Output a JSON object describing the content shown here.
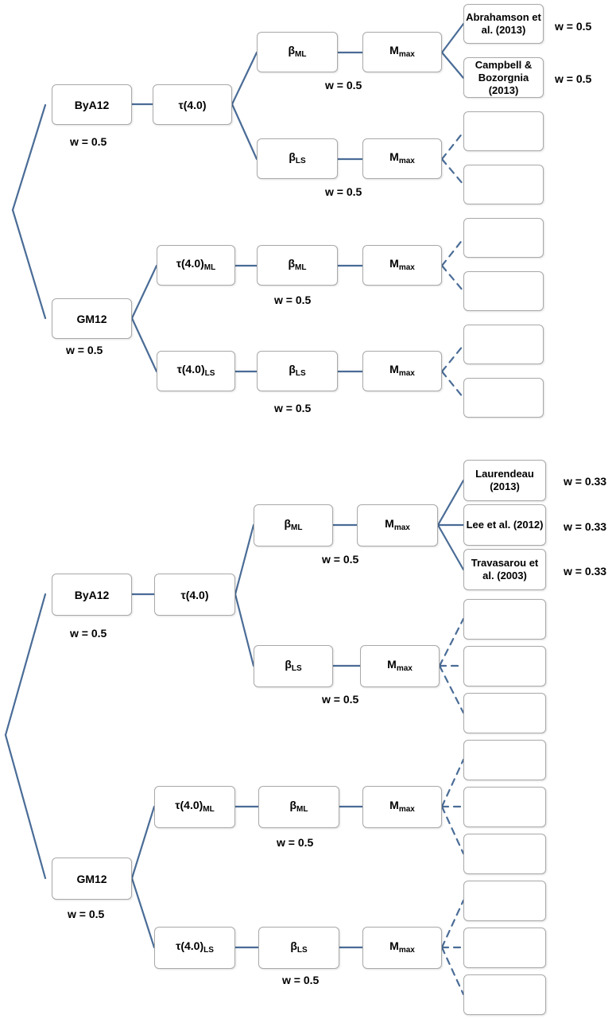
{
  "trees": [
    {
      "byA12": {
        "label": "ByA12",
        "weight": "w = 0.5"
      },
      "byA12_tau": {
        "label": "τ(4.0)"
      },
      "byA12_ml": {
        "beta": "β",
        "beta_sub": "ML",
        "mmax": "M",
        "mmax_sub": "max",
        "weight": "w = 0.5"
      },
      "byA12_ls": {
        "beta": "β",
        "beta_sub": "LS",
        "mmax": "M",
        "mmax_sub": "max",
        "weight": "w = 0.5"
      },
      "gmpes": [
        {
          "label": "Abrahamson et al. (2013)",
          "weight": "w = 0.5"
        },
        {
          "label": "Campbell & Bozorgnia (2013)",
          "weight": "w = 0.5"
        }
      ],
      "gm12": {
        "label": "GM12",
        "weight": "w = 0.5"
      },
      "gm12_ml": {
        "tau": "τ(4.0)",
        "tau_sub": "ML",
        "beta": "β",
        "beta_sub": "ML",
        "mmax": "M",
        "mmax_sub": "max",
        "weight": "w = 0.5"
      },
      "gm12_ls": {
        "tau": "τ(4.0)",
        "tau_sub": "LS",
        "beta": "β",
        "beta_sub": "LS",
        "mmax": "M",
        "mmax_sub": "max",
        "weight": "w = 0.5"
      }
    },
    {
      "byA12": {
        "label": "ByA12",
        "weight": "w = 0.5"
      },
      "byA12_tau": {
        "label": "τ(4.0)"
      },
      "byA12_ml": {
        "beta": "β",
        "beta_sub": "ML",
        "mmax": "M",
        "mmax_sub": "max",
        "weight": "w = 0.5"
      },
      "byA12_ls": {
        "beta": "β",
        "beta_sub": "LS",
        "mmax": "M",
        "mmax_sub": "max",
        "weight": "w = 0.5"
      },
      "gmpes": [
        {
          "label": "Laurendeau (2013)",
          "weight": "w = 0.33"
        },
        {
          "label": "Lee et al. (2012)",
          "weight": "w = 0.33"
        },
        {
          "label": "Travasarou et al. (2003)",
          "weight": "w = 0.33"
        }
      ],
      "gm12": {
        "label": "GM12",
        "weight": "w = 0.5"
      },
      "gm12_ml": {
        "tau": "τ(4.0)",
        "tau_sub": "ML",
        "beta": "β",
        "beta_sub": "ML",
        "mmax": "M",
        "mmax_sub": "max",
        "weight": "w = 0.5"
      },
      "gm12_ls": {
        "tau": "τ(4.0)",
        "tau_sub": "LS",
        "beta": "β",
        "beta_sub": "LS",
        "mmax": "M",
        "mmax_sub": "max"
      }
    }
  ],
  "colors": {
    "line": "#4a6c96",
    "box_border": "#a9a9a9"
  }
}
